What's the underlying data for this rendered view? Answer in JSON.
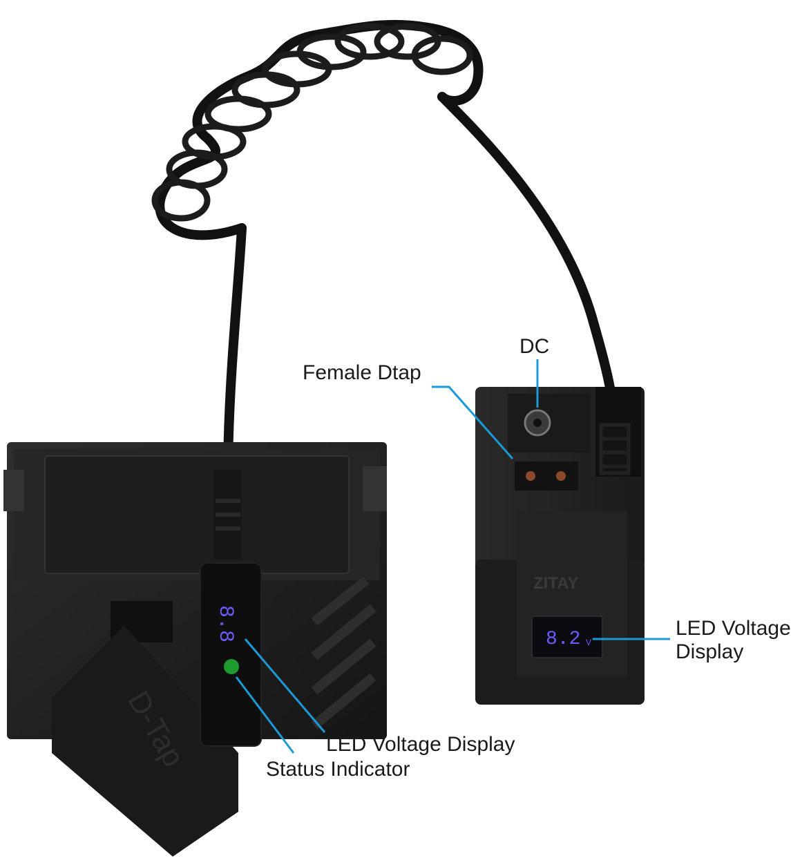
{
  "labels": {
    "dc": "DC",
    "female_dtap": "Female Dtap",
    "led_voltage_display_right_line1": "LED Voltage",
    "led_voltage_display_right_line2": "Display",
    "led_voltage_display_left": "LED Voltage Display",
    "status_indicator": "Status Indicator"
  },
  "product": {
    "brand_mark": "ZITAY",
    "cap_text": "D-Tap",
    "voltage_reading_right": "8.2",
    "voltage_unit": "V"
  },
  "colors": {
    "callout_line": "#1a9ad6",
    "device_body": "#222222",
    "led_digits": "#6b5cff",
    "status_led": "#1e9b2e"
  }
}
